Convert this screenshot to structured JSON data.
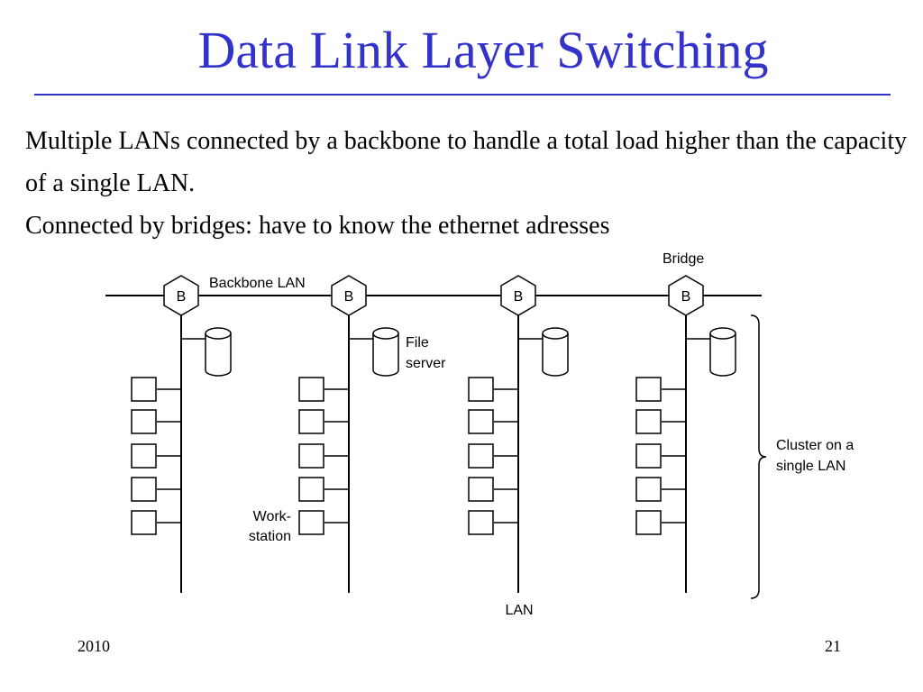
{
  "slide": {
    "title": "Data Link Layer Switching",
    "paragraphs": [
      "Multiple LANs connected by a backbone to handle a total load higher than the capacity of a single LAN.",
      "Connected by bridges: have to know the ethernet adresses"
    ],
    "footer": {
      "left": "2010",
      "right": "21"
    }
  },
  "diagram": {
    "bridge_label": "B",
    "backbone_label": "Backbone LAN",
    "bridge_caption": "Bridge",
    "file_server_label": [
      "File",
      "server"
    ],
    "workstation_label": [
      "Work-",
      "station"
    ],
    "lan_label": "LAN",
    "cluster_label": [
      "Cluster on a",
      "single LAN"
    ]
  }
}
